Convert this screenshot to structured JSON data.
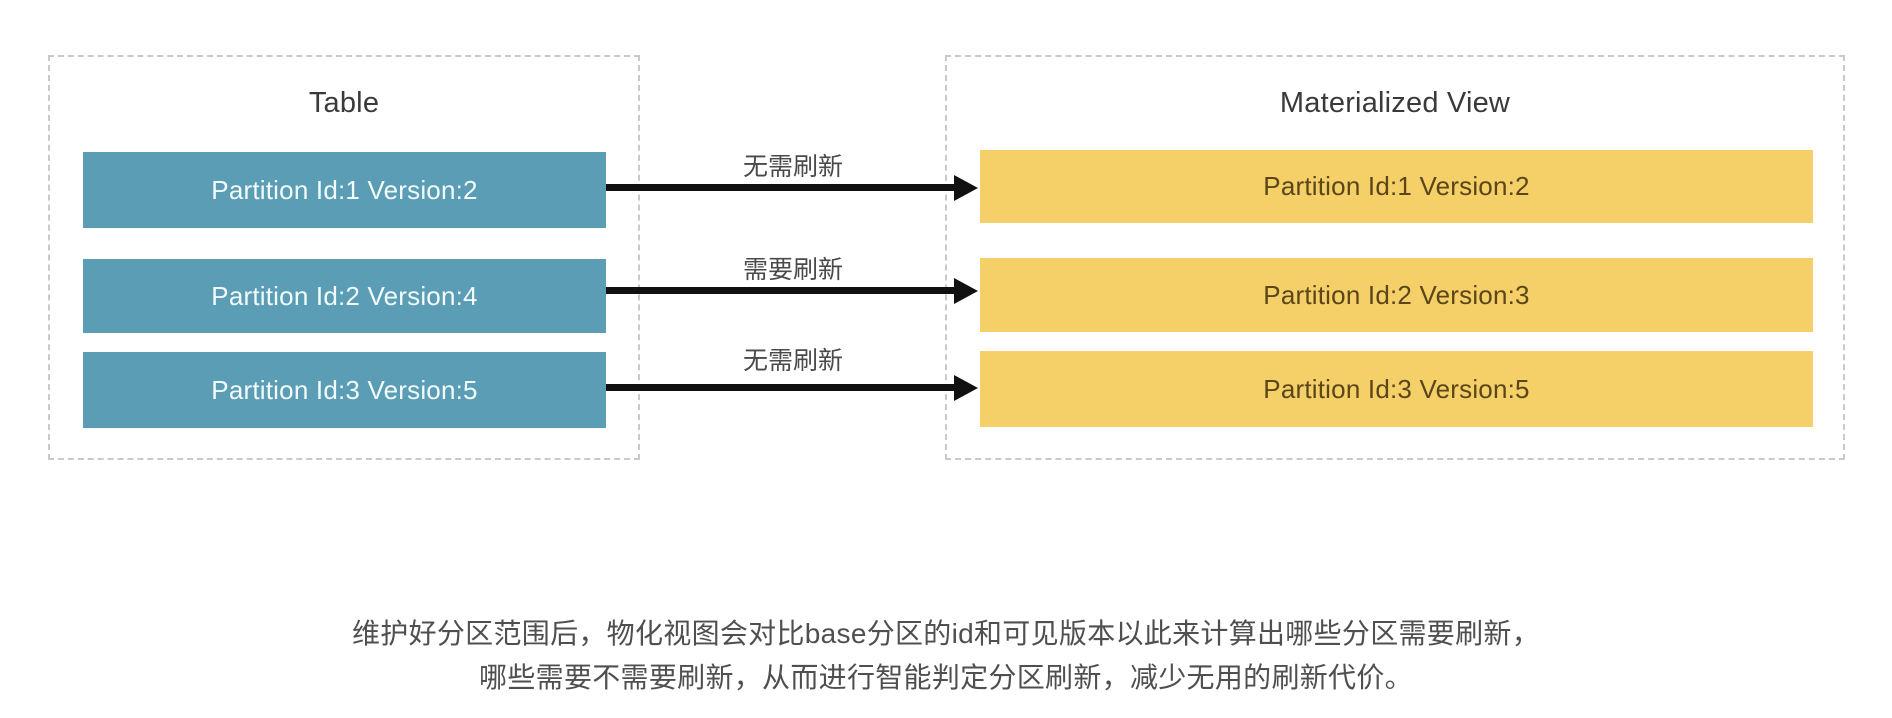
{
  "diagram": {
    "left_panel": {
      "title": "Table",
      "partitions": [
        {
          "label": "Partition Id:1 Version:2",
          "id": 1,
          "version": 2
        },
        {
          "label": "Partition Id:2 Version:4",
          "id": 2,
          "version": 4
        },
        {
          "label": "Partition Id:3 Version:5",
          "id": 3,
          "version": 5
        }
      ]
    },
    "right_panel": {
      "title": "Materialized View",
      "partitions": [
        {
          "label": "Partition Id:1 Version:2",
          "id": 1,
          "version": 2
        },
        {
          "label": "Partition Id:2 Version:3",
          "id": 2,
          "version": 3
        },
        {
          "label": "Partition Id:3 Version:5",
          "id": 3,
          "version": 5
        }
      ]
    },
    "arrows": [
      {
        "label": "无需刷新"
      },
      {
        "label": "需要刷新"
      },
      {
        "label": "无需刷新"
      }
    ],
    "caption": {
      "line1": "维护好分区范围后，物化视图会对比base分区的id和可见版本以此来计算出哪些分区需要刷新，",
      "line2": "哪些需要不需要刷新，从而进行智能判定分区刷新，减少无用的刷新代价。"
    },
    "colors": {
      "table_box_fill": "#5b9db4",
      "table_box_text": "#f2fbfd",
      "mv_box_fill": "#f5cf68",
      "mv_box_text": "#5a4618",
      "panel_border": "#c9c9c9",
      "arrow": "#111111",
      "background": "#ffffff"
    }
  }
}
